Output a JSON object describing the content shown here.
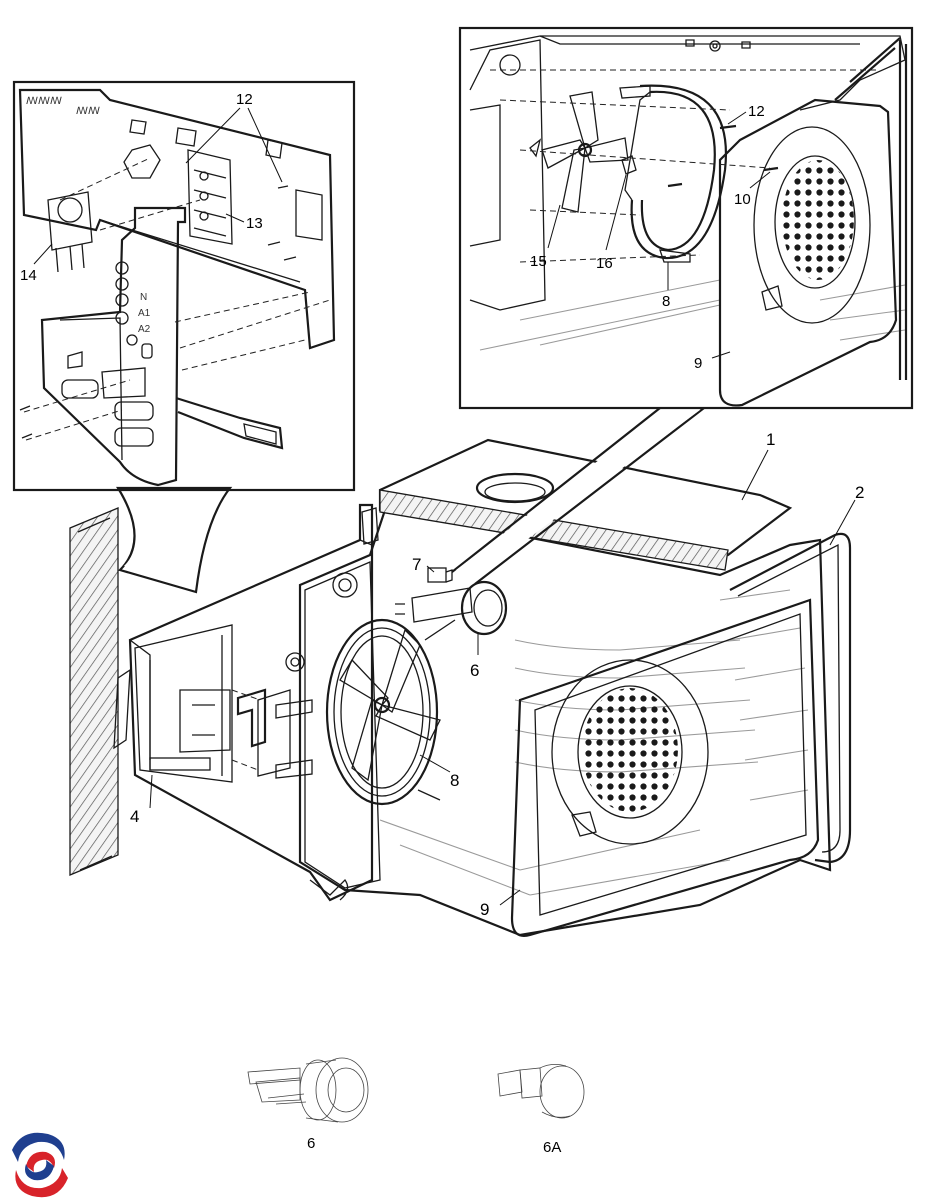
{
  "callouts": {
    "c1": "1",
    "c2": "2",
    "c4": "4",
    "c6": "6",
    "c7": "7",
    "c8": "8",
    "c9": "9"
  },
  "inset_left": {
    "c12": "12",
    "c13": "13",
    "c14": "14",
    "terminal_labels": [
      "N",
      "A1",
      "A2"
    ]
  },
  "inset_right": {
    "c8": "8",
    "c9": "9",
    "c10": "10",
    "c12": "12",
    "c15": "15",
    "c16": "16"
  },
  "bottom_parts": {
    "part_a_label": "6",
    "part_b_label": "6A"
  },
  "logo": {
    "icon": "swirl-logo-icon",
    "colors": [
      "#1f3f8f",
      "#d8232a"
    ]
  }
}
